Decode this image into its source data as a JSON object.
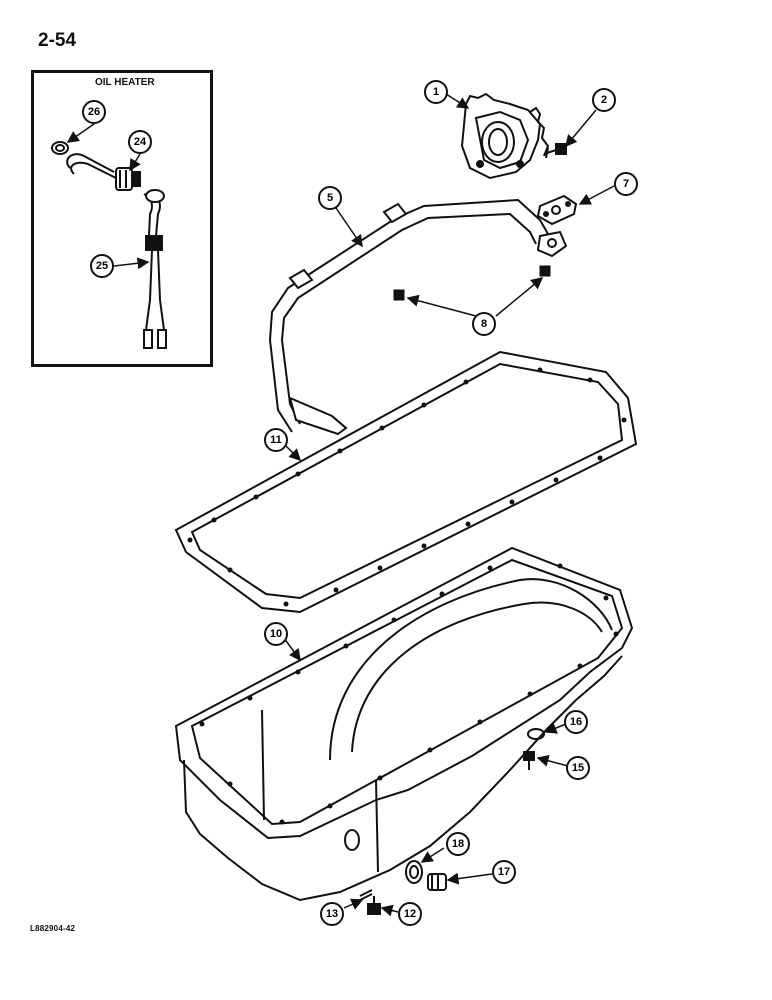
{
  "page": {
    "number": "2-54",
    "figure_code": "L882904-42"
  },
  "inset": {
    "title": "OIL HEATER"
  },
  "callouts": {
    "c1": "1",
    "c2": "2",
    "c5": "5",
    "c7": "7",
    "c8": "8",
    "c10": "10",
    "c11": "11",
    "c12": "12",
    "c13": "13",
    "c15": "15",
    "c16": "16",
    "c17": "17",
    "c18": "18",
    "c24": "24",
    "c25": "25",
    "c26": "26"
  }
}
